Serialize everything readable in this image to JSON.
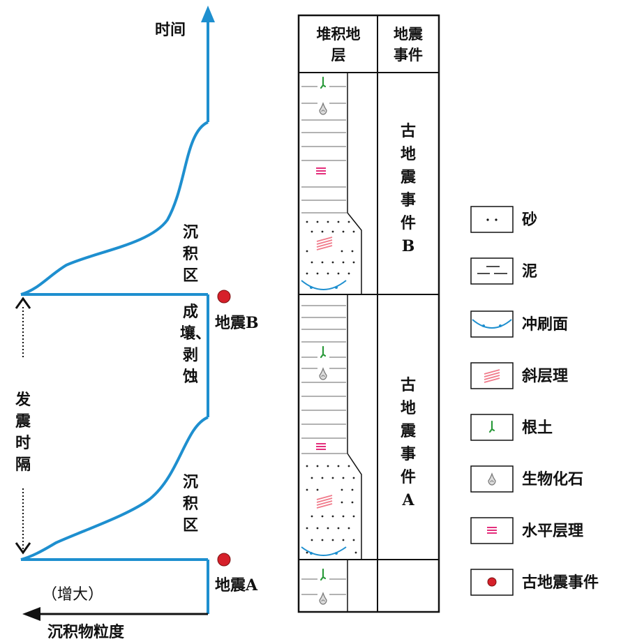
{
  "left_diagram": {
    "time_label": "时间",
    "deposition_zone_upper": "沉积区",
    "deposition_zone_lower": "沉积区",
    "erosion_label": "成壤、剥蚀",
    "earthquake_b": "地震B",
    "earthquake_a": "地震A",
    "interval_label": "发震时隔",
    "increase_label": "（增大）",
    "grain_size_label": "沉积物粒度"
  },
  "column": {
    "header_strata": "堆积地层",
    "header_events": "地震事件",
    "event_b": "古地震事件B",
    "event_a": "古地震事件A"
  },
  "legend": {
    "items": [
      {
        "icon": "sand-icon",
        "label": "砂"
      },
      {
        "icon": "mud-icon",
        "label": "泥"
      },
      {
        "icon": "scour-surface-icon",
        "label": "冲刷面"
      },
      {
        "icon": "cross-bedding-icon",
        "label": "斜层理"
      },
      {
        "icon": "root-soil-icon",
        "label": "根土"
      },
      {
        "icon": "fossil-icon",
        "label": "生物化石"
      },
      {
        "icon": "horizontal-bedding-icon",
        "label": "水平层理"
      },
      {
        "icon": "paleo-earthquake-icon",
        "label": "古地震事件"
      }
    ]
  },
  "colors": {
    "curve": "#1e8fcf",
    "earthquake_marker": "#d6202a",
    "horizontal_bedding": "#e0106a",
    "cross_bedding": "#f07a8a",
    "root": "#2a9a3a",
    "fossil": "#888888"
  }
}
